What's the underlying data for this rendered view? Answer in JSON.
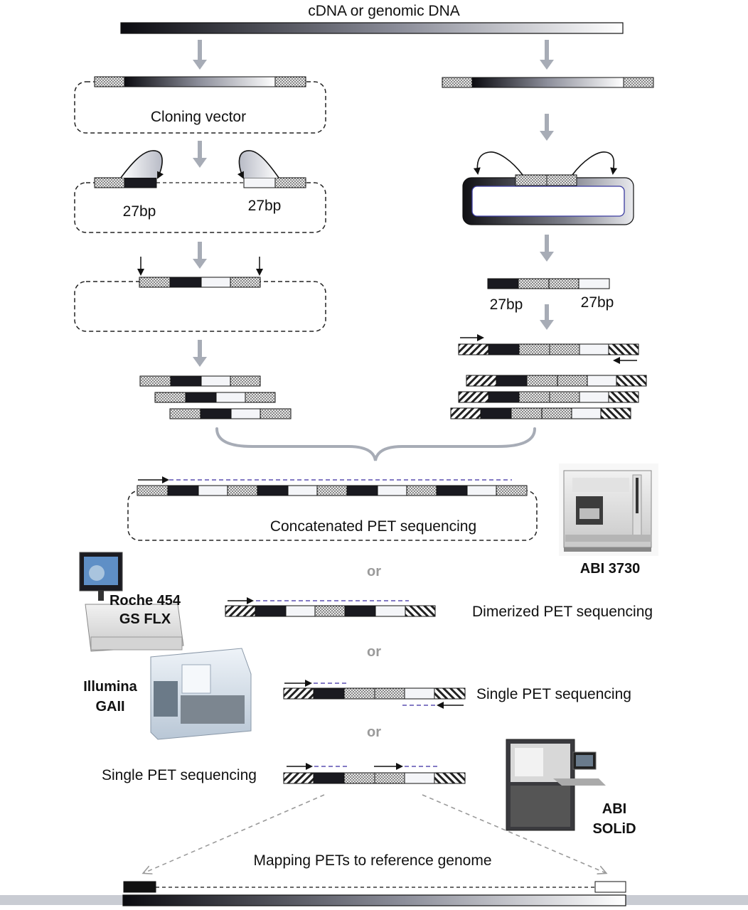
{
  "top_label": "cDNA or genomic DNA",
  "cloning_vector_label": "Cloning vector",
  "tag_length_label": "27bp",
  "concatenated_label": "Concatenated PET sequencing",
  "dimerized_label": "Dimerized PET sequencing",
  "single_pet_label": "Single PET sequencing",
  "or_label": "or",
  "mapping_label": "Mapping PETs to reference genome",
  "instruments": {
    "abi3730": "ABI 3730",
    "roche_line1": "Roche 454",
    "roche_line2": "GS FLX",
    "illumina_line1": "Illumina",
    "illumina_line2": "GAII",
    "solid_line1": "ABI",
    "solid_line2": "SOLiD"
  },
  "colors": {
    "arrow_gray": "#a7acb6",
    "read_dash": "#5a4fb0",
    "dark": "#111111",
    "genome_bar": "#c9ccd3"
  }
}
